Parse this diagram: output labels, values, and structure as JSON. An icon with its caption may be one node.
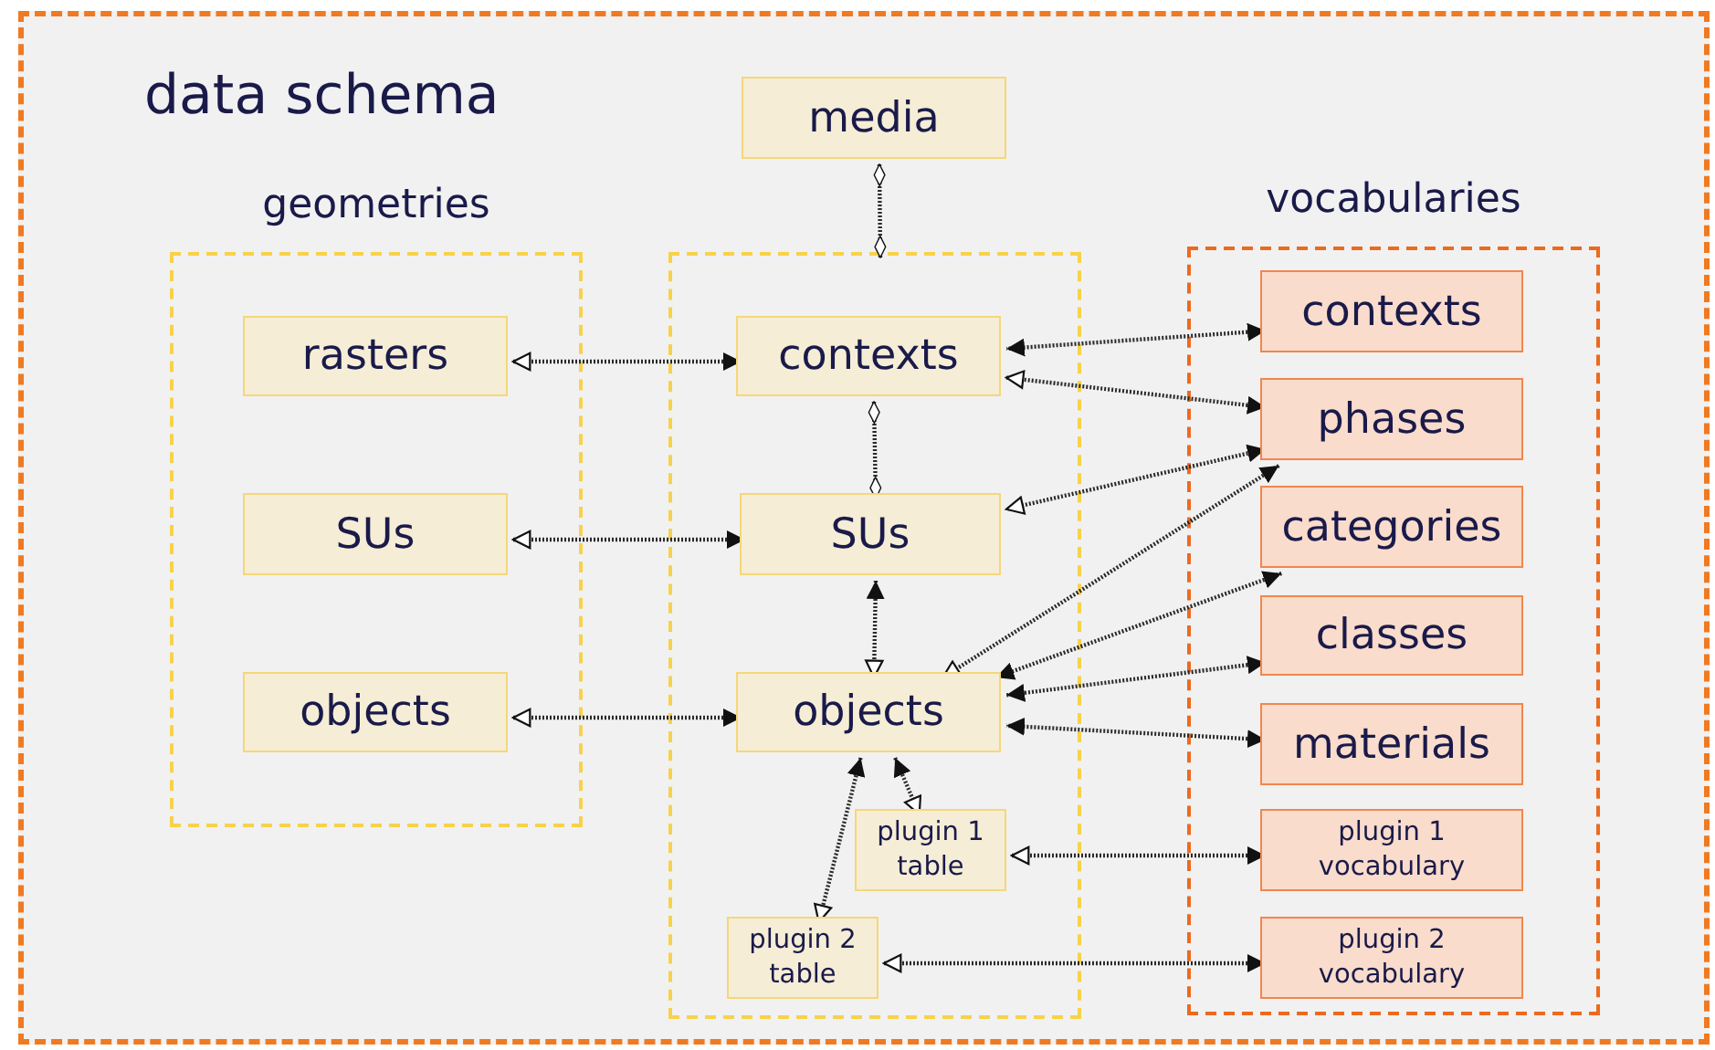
{
  "diagram": {
    "nodes": [
      {
        "text": [
          "data schema"
        ]
      },
      {
        "text": [
          "geometries"
        ],
        "in": 0
      },
      {
        "text": [
          "rasters"
        ],
        "in": 1
      },
      {
        "text": [
          "SUs"
        ],
        "in": 1
      },
      {
        "text": [
          "objects"
        ],
        "in": 1
      },
      {
        "text": [
          "media"
        ],
        "in": 0
      },
      {
        "text": [],
        "shape": "box",
        "in": 0
      },
      {
        "text": [
          "contexts"
        ],
        "in": 6
      },
      {
        "text": [
          "SUs"
        ],
        "in": 6
      },
      {
        "text": [
          "objects"
        ],
        "in": 6
      },
      {
        "text": [
          "plugin 1 table"
        ],
        "in": 6
      },
      {
        "text": [
          "plugin 2 table"
        ],
        "in": 6
      },
      {
        "text": [
          "vocabularies"
        ],
        "in": 0
      },
      {
        "text": [
          "contexts"
        ],
        "in": 12
      },
      {
        "text": [
          "phases"
        ],
        "in": 12
      },
      {
        "text": [
          "categories"
        ],
        "in": 12
      },
      {
        "text": [
          "classes"
        ],
        "in": 12
      },
      {
        "text": [
          "materials"
        ],
        "in": 12
      },
      {
        "text": [
          "plugin 1 vocabulary"
        ],
        "in": 12
      },
      {
        "text": [
          "plugin 2 vocabulary"
        ],
        "in": 12
      }
    ],
    "edges": [
      {
        "from": 7,
        "to": 2,
        "arrow": "both"
      },
      {
        "from": 8,
        "to": 3,
        "arrow": "both"
      },
      {
        "from": 9,
        "to": 4,
        "arrow": "both"
      },
      {
        "from": 5,
        "to": 6,
        "arrow": "other"
      },
      {
        "from": 7,
        "to": 8,
        "arrow": "other"
      },
      {
        "from": 8,
        "to": 9,
        "arrow": "both"
      },
      {
        "from": 13,
        "to": 7,
        "arrow": "both"
      },
      {
        "from": 14,
        "to": 7,
        "arrow": "both"
      },
      {
        "from": 14,
        "to": 8,
        "arrow": "both"
      },
      {
        "from": 14,
        "to": 9,
        "arrow": "both"
      },
      {
        "from": 15,
        "to": 9,
        "arrow": "both"
      },
      {
        "from": 16,
        "to": 9,
        "arrow": "both"
      },
      {
        "from": 17,
        "to": 9,
        "arrow": "both"
      },
      {
        "from": 18,
        "to": 10,
        "arrow": "both"
      },
      {
        "from": 19,
        "to": 11,
        "arrow": "both"
      },
      {
        "from": 9,
        "to": 10,
        "arrow": "both"
      },
      {
        "from": 9,
        "to": 11,
        "arrow": "both"
      }
    ]
  }
}
